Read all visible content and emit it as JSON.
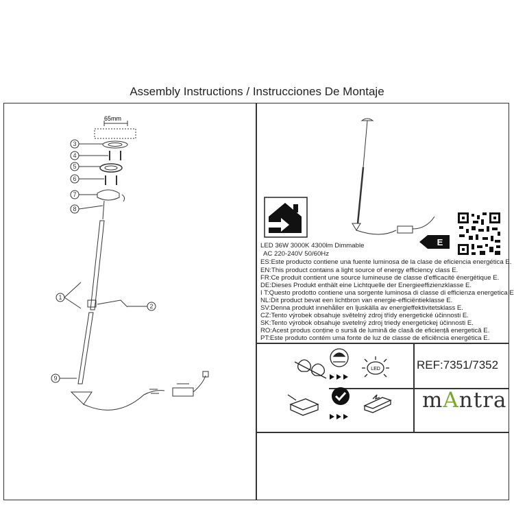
{
  "header": {
    "title": "Assembly Instructions / Instrucciones De Montaje"
  },
  "diagram": {
    "dimension": "65mm",
    "callouts": [
      "1",
      "2",
      "3",
      "4",
      "5",
      "6",
      "7",
      "8",
      "9"
    ]
  },
  "product": {
    "energy_class": "E",
    "spec_line1": "LED 36W 3000K 4300lm  Dimmable",
    "spec_line2": "AC 220-240V  50/60Hz",
    "statements": [
      "ES:Este producto contiene una fuente luminosa de la clase de eficiencia energética E.",
      "EN:This product contains a light source of energy efficiency class E.",
      "FR:Ce produit contient une source lumineuse de classe d'efficacité énergétique E.",
      "DE:Dieses Produkt enthält eine Lichtquelle der Energieeffizienzklasse E.",
      "I T:Questo prodotto contiene una sorgente luminosa di classe di efficienza energetica E.",
      "NL:Dit product bevat een lichtbron van energie-efficiëntieklasse E.",
      "SV:Denna produkt innehåller en ljuskälla av energieffektivitetsklass E.",
      "CZ:Tento výrobek obsahuje světelný zdroj třídy energetické účinnosti E.",
      "SK:Tento výrobok obsahuje svetelný zdroj triedy energetickej účinnosti E.",
      "RO:Acest produs conține o sursă de lumină de clasă de eficiență energetică E.",
      "PT:Este produto contém uma fonte de luz de classe de eficiência energética E."
    ]
  },
  "icons": {
    "led_label": "LED"
  },
  "reference": "REF:7351/7352",
  "brand": {
    "before": "m",
    "accent": "A",
    "after": "ntra",
    "accent_color": "#7aa631"
  }
}
